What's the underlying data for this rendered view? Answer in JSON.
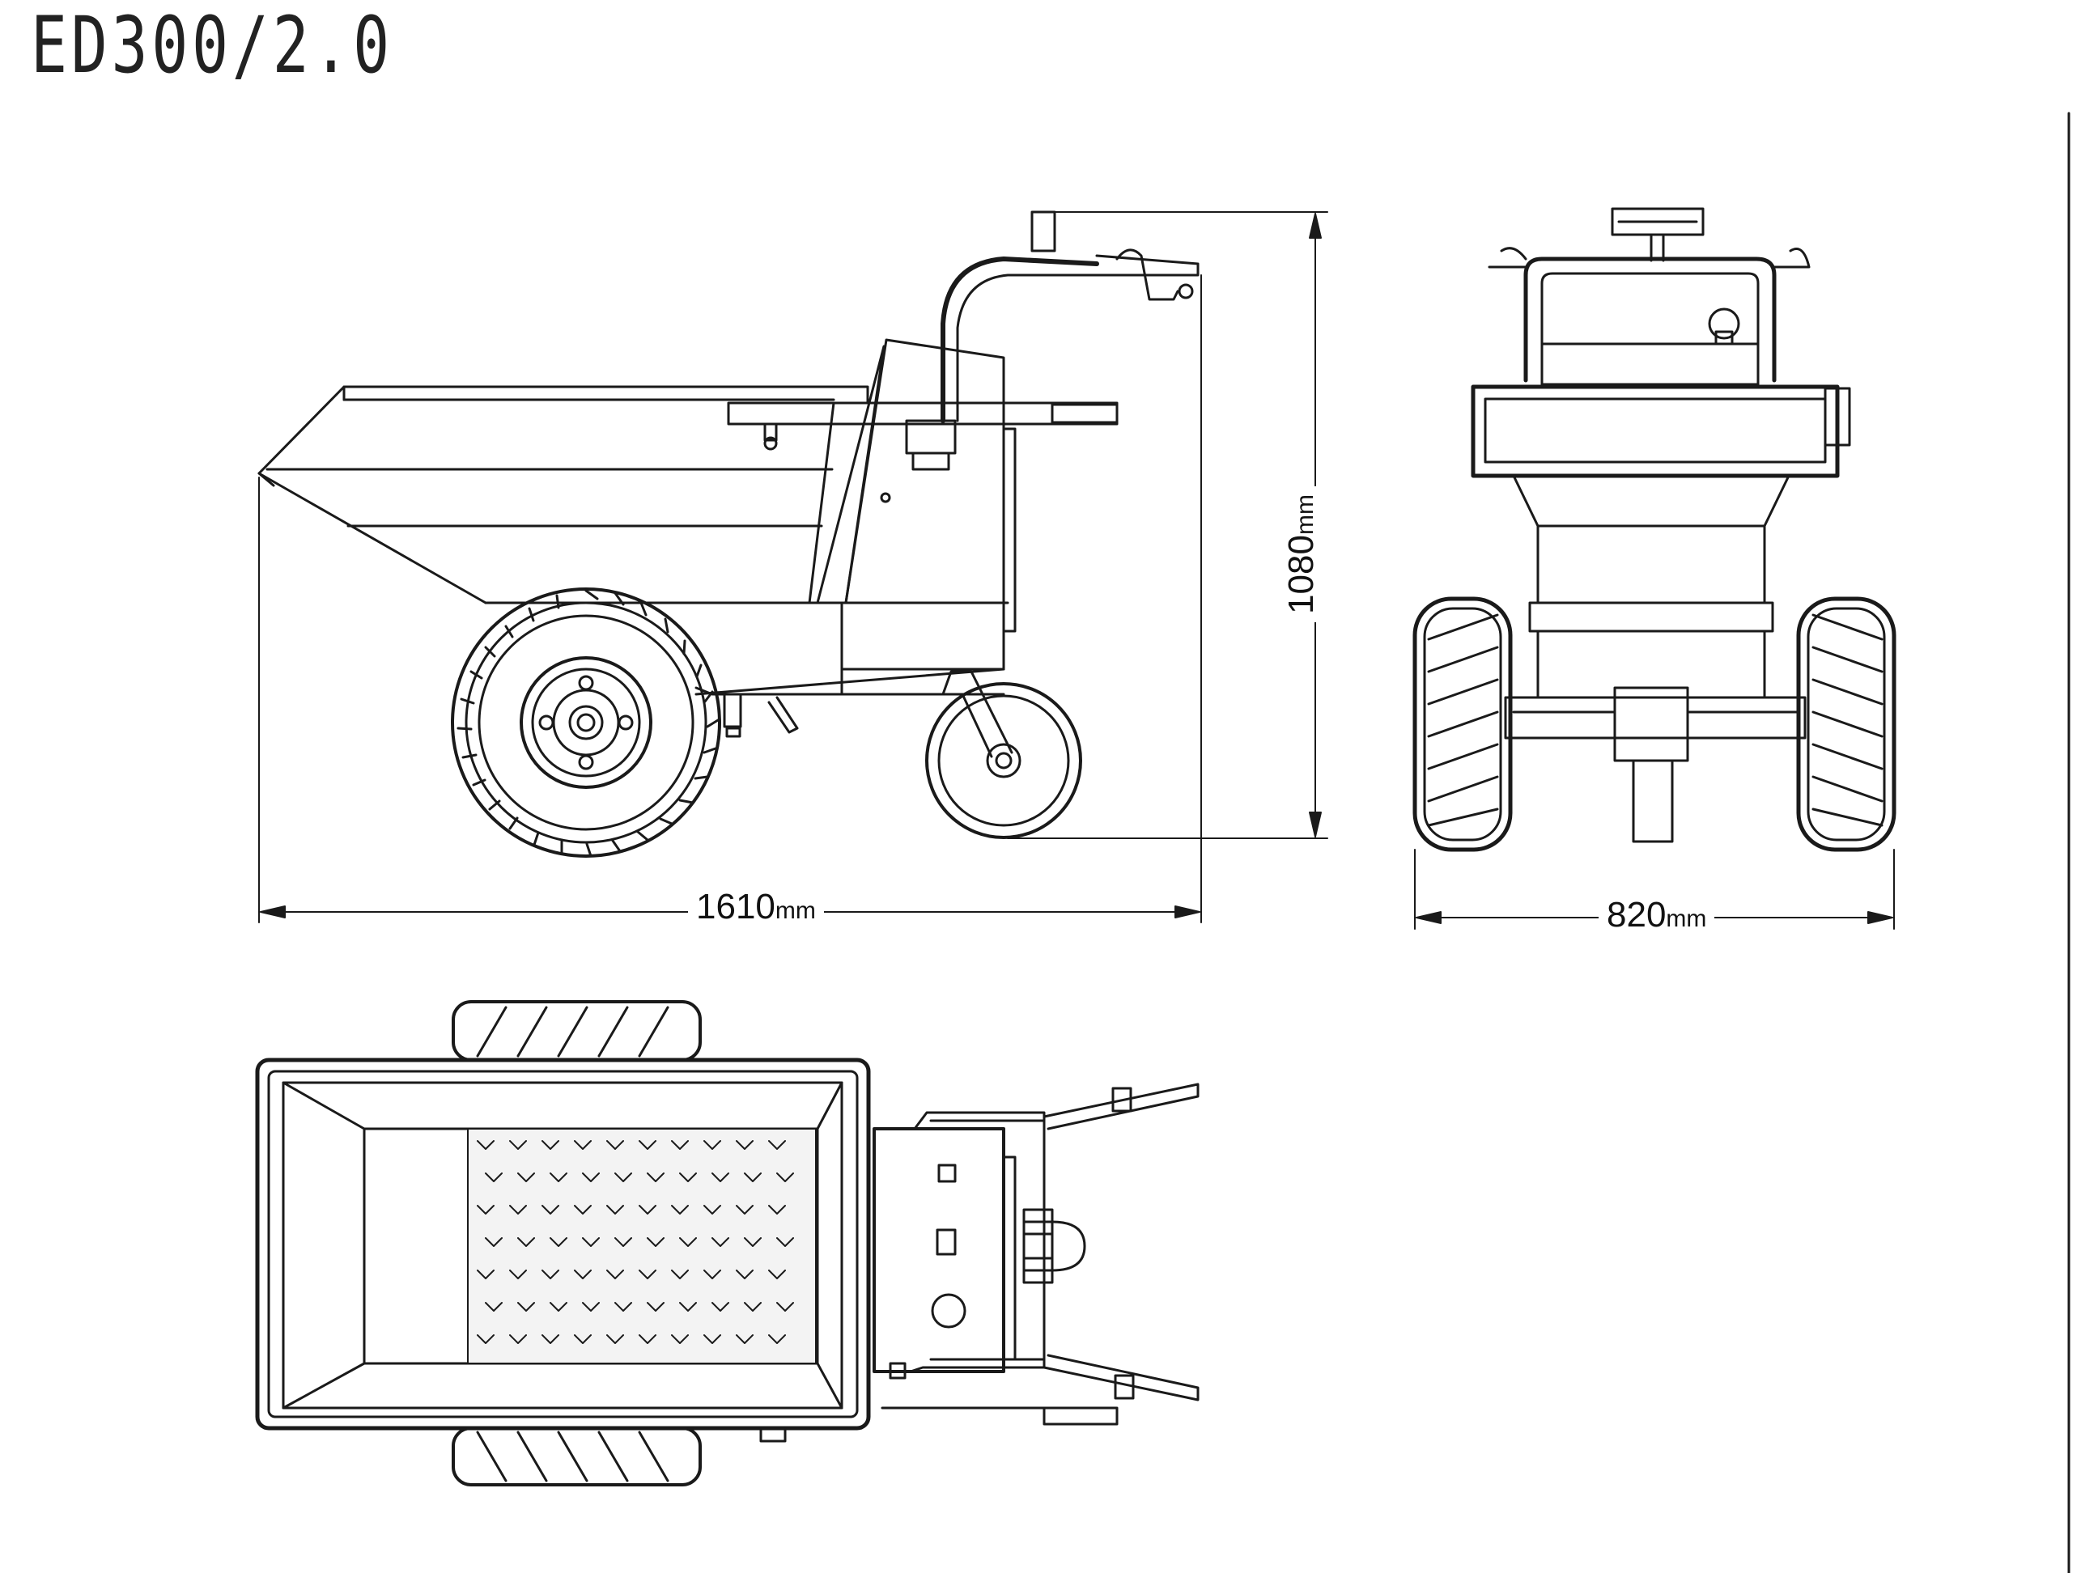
{
  "title": "ED300/2.0",
  "dimensions": {
    "length": {
      "value": "1610",
      "unit": "mm"
    },
    "width": {
      "value": "820",
      "unit": "mm"
    },
    "height": {
      "value": "1080",
      "unit": "mm"
    }
  },
  "views": [
    "side-view",
    "front-view",
    "top-view"
  ]
}
